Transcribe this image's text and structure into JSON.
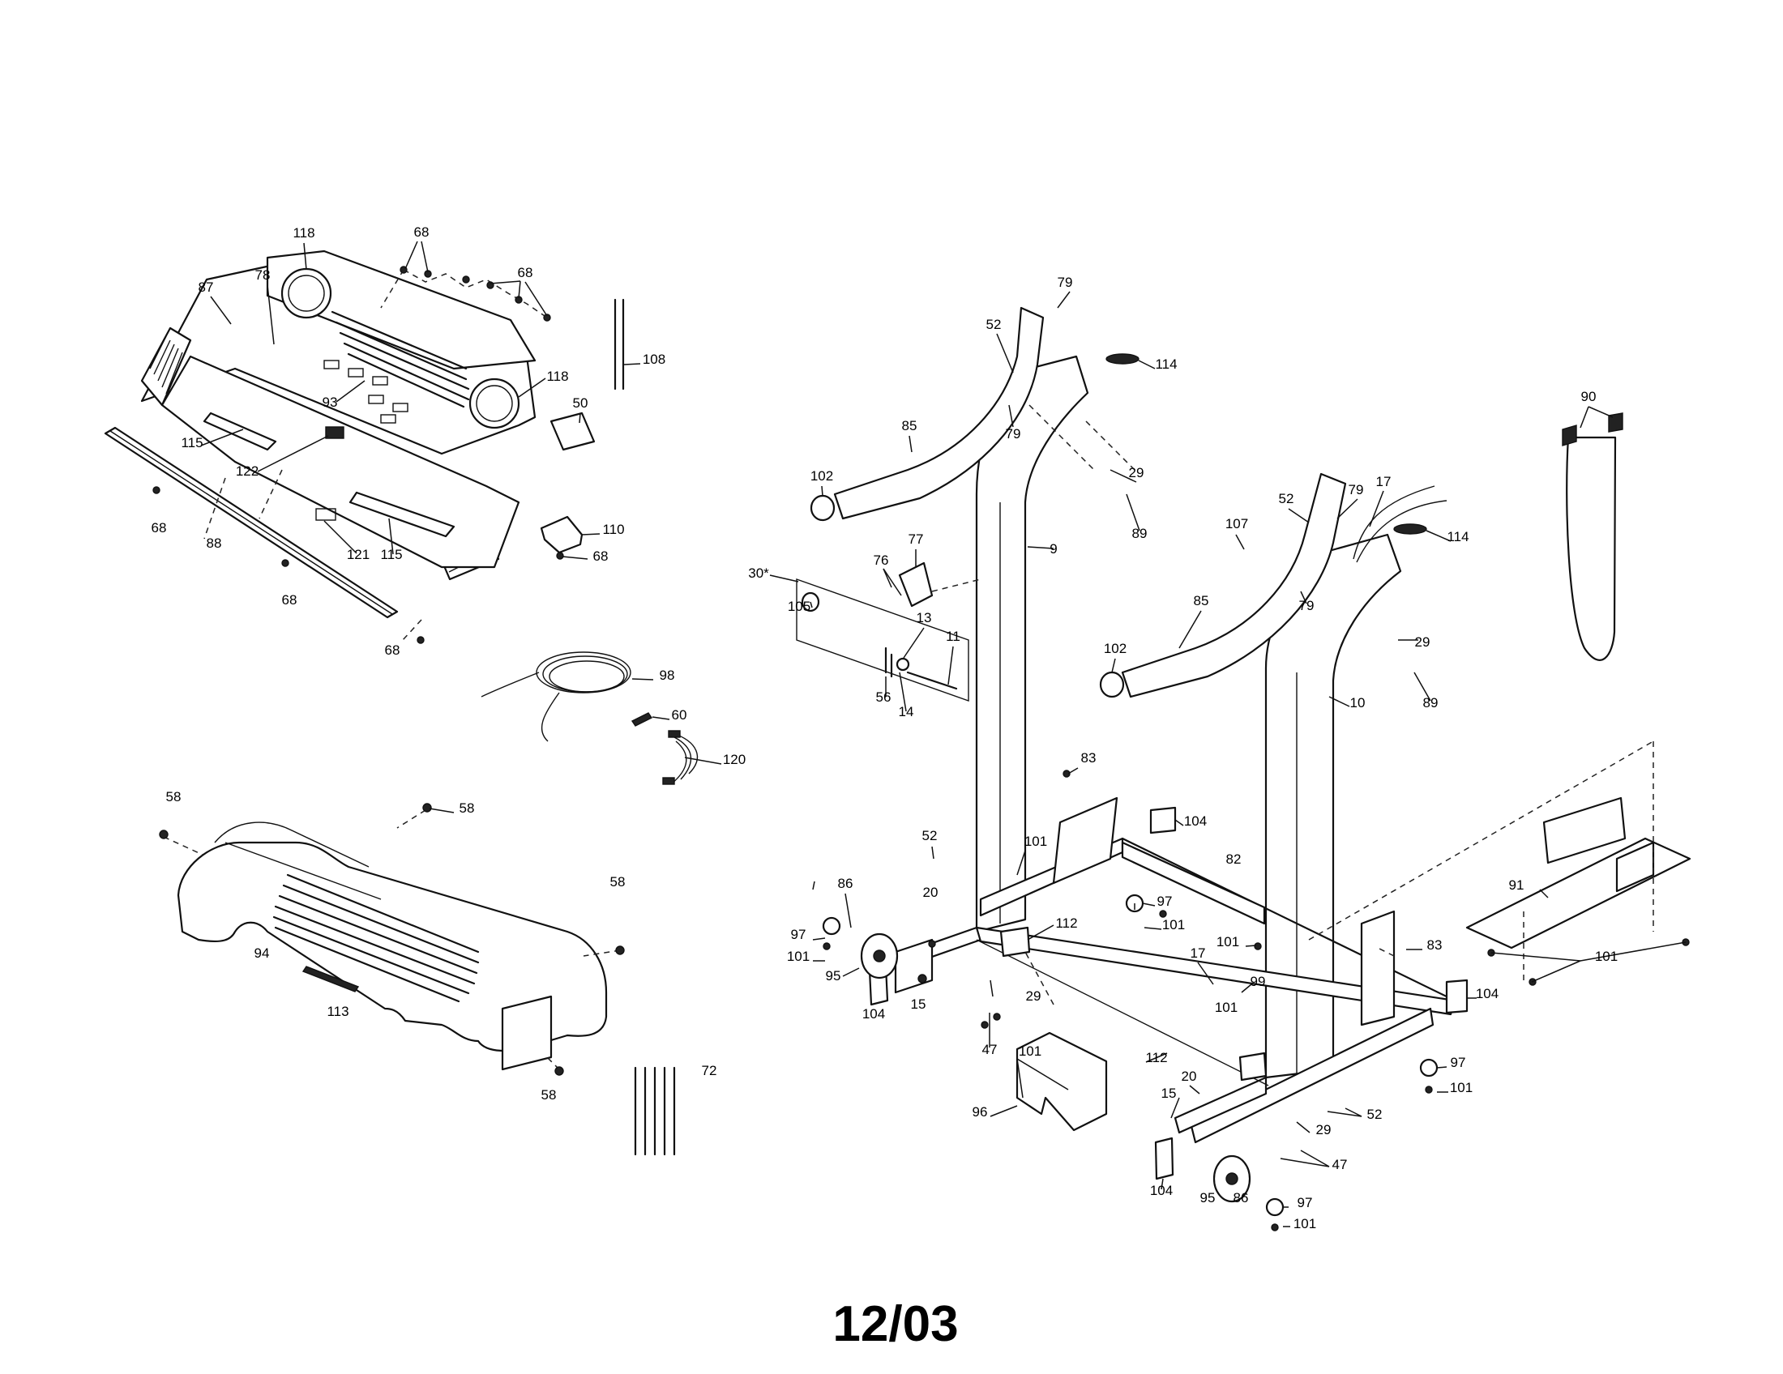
{
  "footer_date": "12/03",
  "callouts": [
    {
      "id": "c1",
      "text": "118"
    },
    {
      "id": "c2",
      "text": "68"
    },
    {
      "id": "c3",
      "text": "68"
    },
    {
      "id": "c4",
      "text": "87"
    },
    {
      "id": "c5",
      "text": "78"
    },
    {
      "id": "c6",
      "text": "118"
    },
    {
      "id": "c7",
      "text": "93"
    },
    {
      "id": "c8",
      "text": "115"
    },
    {
      "id": "c9",
      "text": "122"
    },
    {
      "id": "c10",
      "text": "68"
    },
    {
      "id": "c11",
      "text": "88"
    },
    {
      "id": "c12",
      "text": "121"
    },
    {
      "id": "c13",
      "text": "115"
    },
    {
      "id": "c14",
      "text": "68"
    },
    {
      "id": "c15",
      "text": "68"
    },
    {
      "id": "c16",
      "text": "108"
    },
    {
      "id": "c17",
      "text": "50"
    },
    {
      "id": "c18",
      "text": "110"
    },
    {
      "id": "c19",
      "text": "68"
    },
    {
      "id": "c20",
      "text": "98"
    },
    {
      "id": "c21",
      "text": "60"
    },
    {
      "id": "c22",
      "text": "120"
    },
    {
      "id": "c23",
      "text": "58"
    },
    {
      "id": "c24",
      "text": "58"
    },
    {
      "id": "c25",
      "text": "58"
    },
    {
      "id": "c26",
      "text": "94"
    },
    {
      "id": "c27",
      "text": "113"
    },
    {
      "id": "c28",
      "text": "58"
    },
    {
      "id": "c29",
      "text": "72"
    },
    {
      "id": "c30",
      "text": "52"
    },
    {
      "id": "c31",
      "text": "79"
    },
    {
      "id": "c32",
      "text": "114"
    },
    {
      "id": "c33",
      "text": "79"
    },
    {
      "id": "c34",
      "text": "85"
    },
    {
      "id": "c35",
      "text": "102"
    },
    {
      "id": "c36",
      "text": "29"
    },
    {
      "id": "c37",
      "text": "89"
    },
    {
      "id": "c38",
      "text": "9"
    },
    {
      "id": "c39",
      "text": "77"
    },
    {
      "id": "c40",
      "text": "76"
    },
    {
      "id": "c41",
      "text": "30*"
    },
    {
      "id": "c42",
      "text": "105"
    },
    {
      "id": "c43",
      "text": "13"
    },
    {
      "id": "c44",
      "text": "11"
    },
    {
      "id": "c45",
      "text": "56"
    },
    {
      "id": "c46",
      "text": "14"
    },
    {
      "id": "c47",
      "text": "52"
    },
    {
      "id": "c48",
      "text": "79"
    },
    {
      "id": "c49",
      "text": "17"
    },
    {
      "id": "c50",
      "text": "107"
    },
    {
      "id": "c51",
      "text": "114"
    },
    {
      "id": "c52",
      "text": "79"
    },
    {
      "id": "c53",
      "text": "85"
    },
    {
      "id": "c54",
      "text": "29"
    },
    {
      "id": "c55",
      "text": "102"
    },
    {
      "id": "c56",
      "text": "10"
    },
    {
      "id": "c57",
      "text": "89"
    },
    {
      "id": "c58",
      "text": "90"
    },
    {
      "id": "c59",
      "text": "83"
    },
    {
      "id": "c60",
      "text": "104"
    },
    {
      "id": "c61",
      "text": "52"
    },
    {
      "id": "c62",
      "text": "101"
    },
    {
      "id": "c63",
      "text": "82"
    },
    {
      "id": "c64",
      "text": "97"
    },
    {
      "id": "c65",
      "text": "101"
    },
    {
      "id": "c66",
      "text": "86"
    },
    {
      "id": "c67",
      "text": "20"
    },
    {
      "id": "c68",
      "text": "112"
    },
    {
      "id": "c69",
      "text": "97"
    },
    {
      "id": "c70",
      "text": "101"
    },
    {
      "id": "c71",
      "text": "95"
    },
    {
      "id": "c72",
      "text": "104"
    },
    {
      "id": "c73",
      "text": "15"
    },
    {
      "id": "c74",
      "text": "29"
    },
    {
      "id": "c75",
      "text": "47"
    },
    {
      "id": "c76",
      "text": "101"
    },
    {
      "id": "c77",
      "text": "83"
    },
    {
      "id": "c78",
      "text": "17"
    },
    {
      "id": "c79",
      "text": "99"
    },
    {
      "id": "c80",
      "text": "101"
    },
    {
      "id": "c81",
      "text": "91"
    },
    {
      "id": "c82",
      "text": "101"
    },
    {
      "id": "c83",
      "text": "104"
    },
    {
      "id": "c84",
      "text": "112"
    },
    {
      "id": "c85",
      "text": "101"
    },
    {
      "id": "c86",
      "text": "96"
    },
    {
      "id": "c87",
      "text": "20"
    },
    {
      "id": "c88",
      "text": "15"
    },
    {
      "id": "c89",
      "text": "97"
    },
    {
      "id": "c90",
      "text": "101"
    },
    {
      "id": "c91",
      "text": "52"
    },
    {
      "id": "c92",
      "text": "29"
    },
    {
      "id": "c93",
      "text": "47"
    },
    {
      "id": "c94",
      "text": "104"
    },
    {
      "id": "c95",
      "text": "95"
    },
    {
      "id": "c96",
      "text": "86"
    },
    {
      "id": "c97",
      "text": "97"
    },
    {
      "id": "c98",
      "text": "101"
    }
  ]
}
